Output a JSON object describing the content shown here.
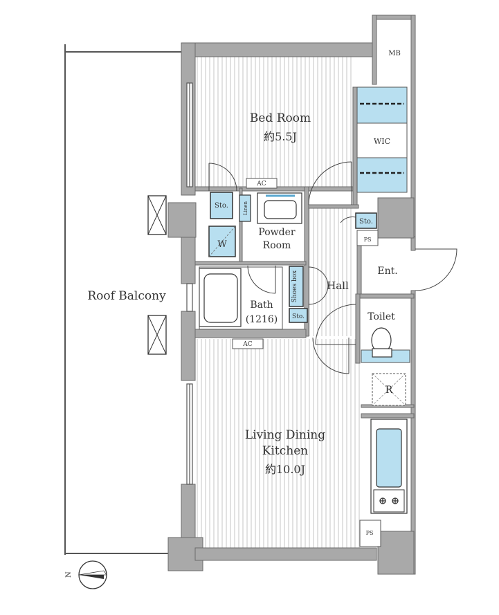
{
  "colors": {
    "wall": "#a9a9a9",
    "wall_edge": "#6a6a6a",
    "floor_stripe": "#cfcfcf",
    "storage": "#b8dff0",
    "text": "#333333"
  },
  "rooms": {
    "bedroom": {
      "name": "Bed Room",
      "size": "約5.5J"
    },
    "wic": {
      "name": "WIC"
    },
    "mb": {
      "name": "MB"
    },
    "sto_top": {
      "name": "Sto."
    },
    "linen": {
      "name": "Linen"
    },
    "powder": {
      "line1": "Powder",
      "line2": "Room"
    },
    "washer": {
      "name": "W"
    },
    "sto_right": {
      "name": "Sto."
    },
    "ps_upper": {
      "name": "PS"
    },
    "entrance": {
      "name": "Ent."
    },
    "shoes_box": {
      "name": "Shoes box"
    },
    "hall": {
      "name": "Hall"
    },
    "bath": {
      "line1": "Bath",
      "line2": "(1216)"
    },
    "sto_bath": {
      "name": "Sto."
    },
    "toilet": {
      "name": "Toilet"
    },
    "roof_balcony": {
      "name": "Roof Balcony"
    },
    "refrigerator": {
      "name": "R"
    },
    "ldk": {
      "line1": "Living Dining",
      "line2": "Kitchen",
      "size": "約10.0J"
    },
    "ps_lower": {
      "name": "PS"
    }
  },
  "ac_units": {
    "upper": "AC",
    "lower": "AC"
  },
  "compass": {
    "label": "N"
  },
  "icons": [
    "compass-icon",
    "ventilation-x-icon",
    "stove-burner-icon",
    "door-swing-icon"
  ]
}
